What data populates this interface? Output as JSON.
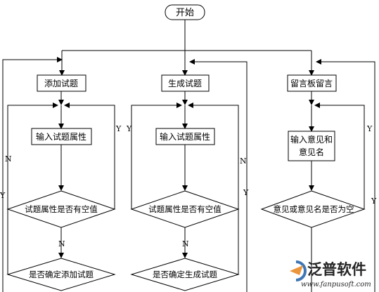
{
  "start": {
    "label": "开始"
  },
  "columns": [
    {
      "process": "添加试题",
      "input": "输入试题属性",
      "check": "试题属性是否有空值",
      "confirm": "是否确定添加试题",
      "branch_yes": "Y",
      "branch_no": "N",
      "loop_no": "N",
      "loop_yes": "Y"
    },
    {
      "process": "生成试题",
      "input": "输入试题属性",
      "check": "试题属性是否有空值",
      "confirm": "是否确定生成试题",
      "branch_yes": "Y",
      "branch_no": "N",
      "loop_no": "N",
      "loop_yes": "Y"
    },
    {
      "process": "留言板留言",
      "input_line1": "输入意见和",
      "input_line2": "意见名",
      "check": "意见或意见名是否为空",
      "branch_yes": "Y",
      "loop_yes": "Y"
    }
  ],
  "watermark": {
    "name": "泛普软件",
    "url": "www.fanpusoft.com",
    "logo_colors": [
      "#1f5fa8",
      "#e8831c"
    ]
  }
}
